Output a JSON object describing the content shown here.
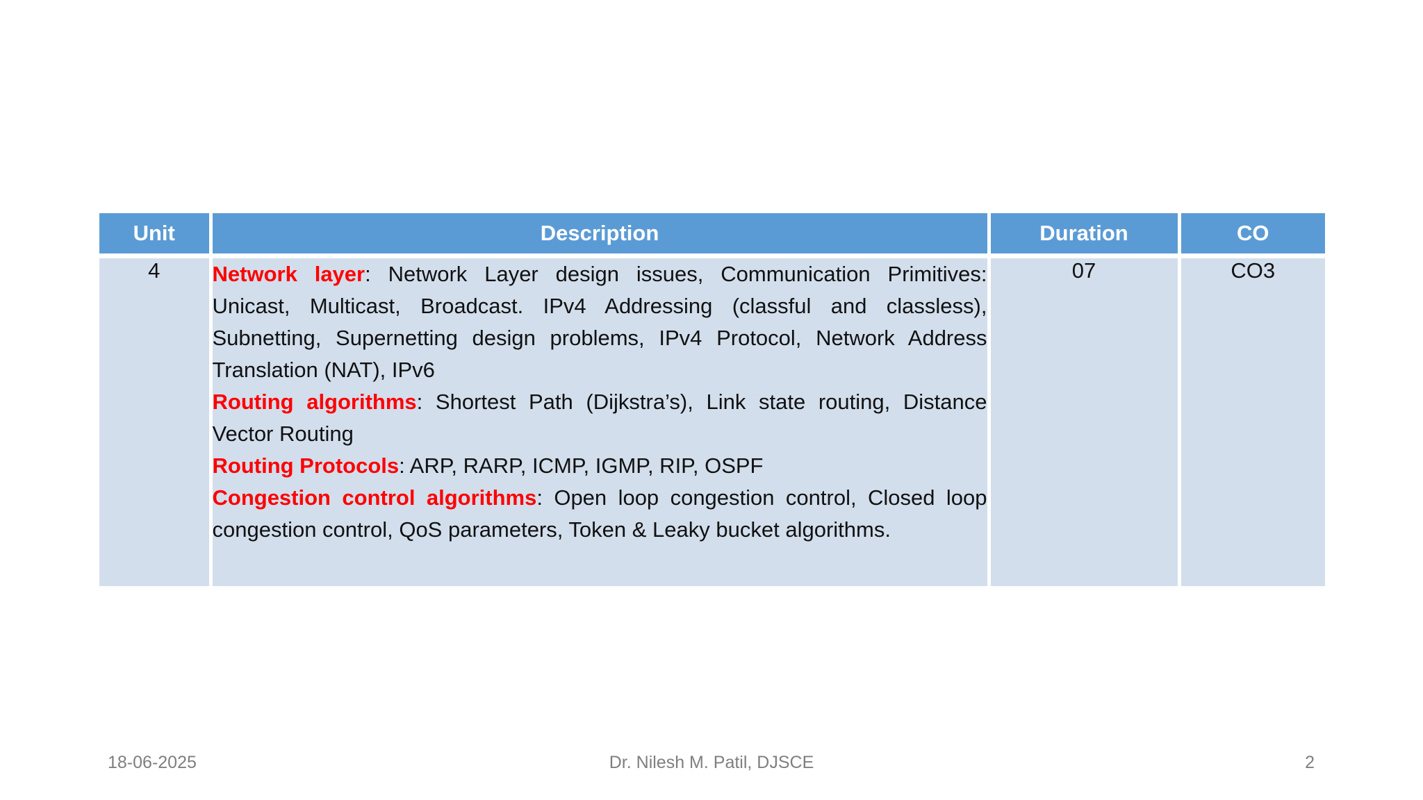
{
  "table": {
    "headers": [
      "Unit",
      "Description",
      "Duration",
      "CO"
    ],
    "header_bg_color": "#5b9bd5",
    "body_bg_color": "#d2deec",
    "term_color": "#ff0000",
    "row": {
      "unit": "4",
      "paragraphs": [
        {
          "term": "Network layer",
          "text": ": Network Layer design issues, Communication Primitives: Unicast, Multicast, Broadcast. IPv4 Addressing (classful and classless), Subnetting, Supernetting  design problems, IPv4 Protocol, Network Address Translation (NAT), IPv6"
        },
        {
          "term": "Routing algorithms",
          "text": ": Shortest Path (Dijkstra’s), Link state routing, Distance Vector Routing"
        },
        {
          "term": "Routing Protocols",
          "text": ": ARP, RARP, ICMP, IGMP, RIP, OSPF"
        },
        {
          "term": "Congestion control algorithms",
          "text": ": Open loop congestion control, Closed loop congestion control, QoS parameters, Token & Leaky bucket algorithms."
        }
      ],
      "duration": "07",
      "co": "CO3"
    }
  },
  "footer": {
    "date": "18-06-2025",
    "author": "Dr. Nilesh M. Patil, DJSCE",
    "page": "2"
  }
}
